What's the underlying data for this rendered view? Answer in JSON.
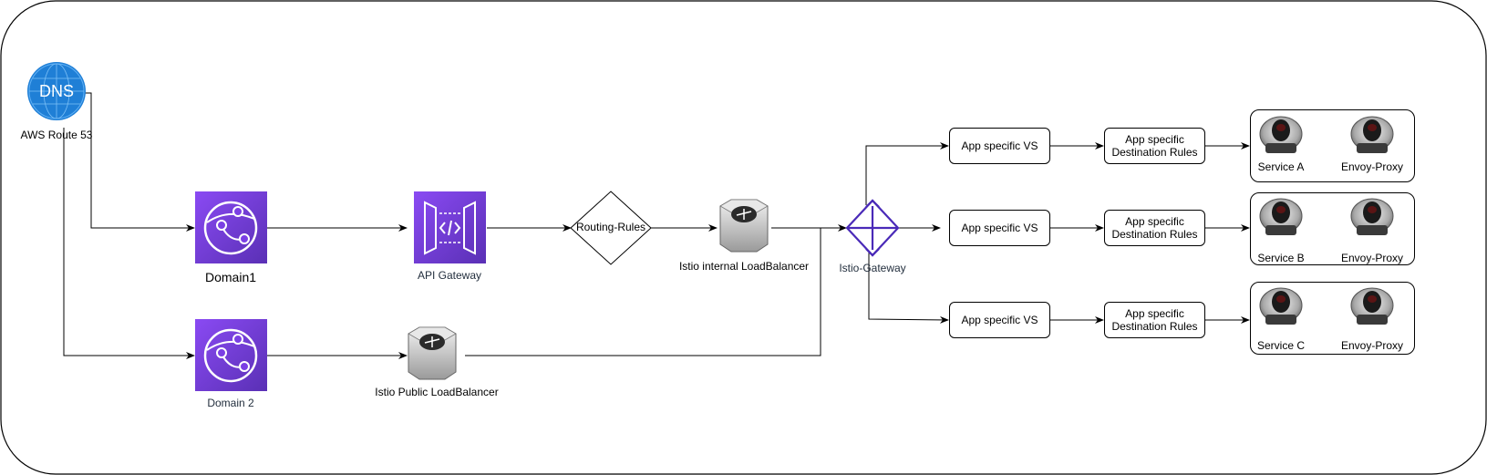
{
  "nodes": {
    "dns": {
      "icon": "dns-globe-icon",
      "badge": "DNS",
      "label": "AWS Route 53"
    },
    "domain1": {
      "icon": "cloudfront-icon",
      "label": "Domain1"
    },
    "domain2": {
      "icon": "cloudfront-icon",
      "label": "Domain 2"
    },
    "api_gateway": {
      "icon": "api-gateway-icon",
      "label": "API Gateway"
    },
    "routing_rules": {
      "label": "Routing-Rules"
    },
    "internal_lb": {
      "icon": "load-balancer-icon",
      "label": "Istio internal LoadBalancer"
    },
    "public_lb": {
      "icon": "load-balancer-icon",
      "label": "Istio Public LoadBalancer"
    },
    "istio_gateway": {
      "icon": "istio-gateway-icon",
      "label": "Istio-Gateway"
    }
  },
  "rows": [
    {
      "vs": "App specific VS",
      "dr": [
        "App specific",
        "Destination Rules"
      ],
      "service": "Service A",
      "proxy": "Envoy-Proxy"
    },
    {
      "vs": "App specific VS",
      "dr": [
        "App specific",
        "Destination Rules"
      ],
      "service": "Service B",
      "proxy": "Envoy-Proxy"
    },
    {
      "vs": "App specific VS",
      "dr": [
        "App specific",
        "Destination Rules"
      ],
      "service": "Service C",
      "proxy": "Envoy-Proxy"
    }
  ],
  "colors": {
    "purple": "#7b3fe4",
    "purple_dark": "#5a30b5",
    "dns_blue": "#1f7fd6",
    "gateway": "#4a2ab8"
  }
}
